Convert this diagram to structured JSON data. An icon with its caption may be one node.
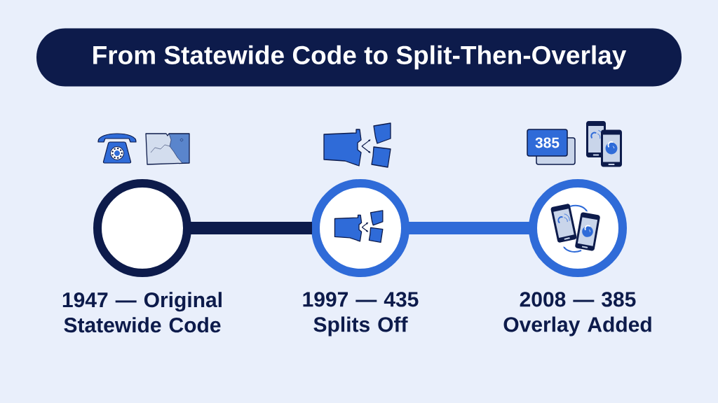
{
  "diagram": {
    "title": "From Statewide Code to Split-Then-Overlay",
    "nodes": [
      {
        "text": [
          "1947 — Original Statewide Code"
        ]
      },
      {
        "text": [
          "1997 — 435 Splits Off"
        ]
      },
      {
        "text": [
          "2008 — 385 Overlay Added"
        ]
      }
    ],
    "edges": [
      {
        "from": 0,
        "to": 1,
        "arrow": "none",
        "color": "#0d1b4b"
      },
      {
        "from": 1,
        "to": 2,
        "arrow": "none",
        "color": "#2f6bd8"
      }
    ],
    "labels": [
      "385"
    ]
  }
}
